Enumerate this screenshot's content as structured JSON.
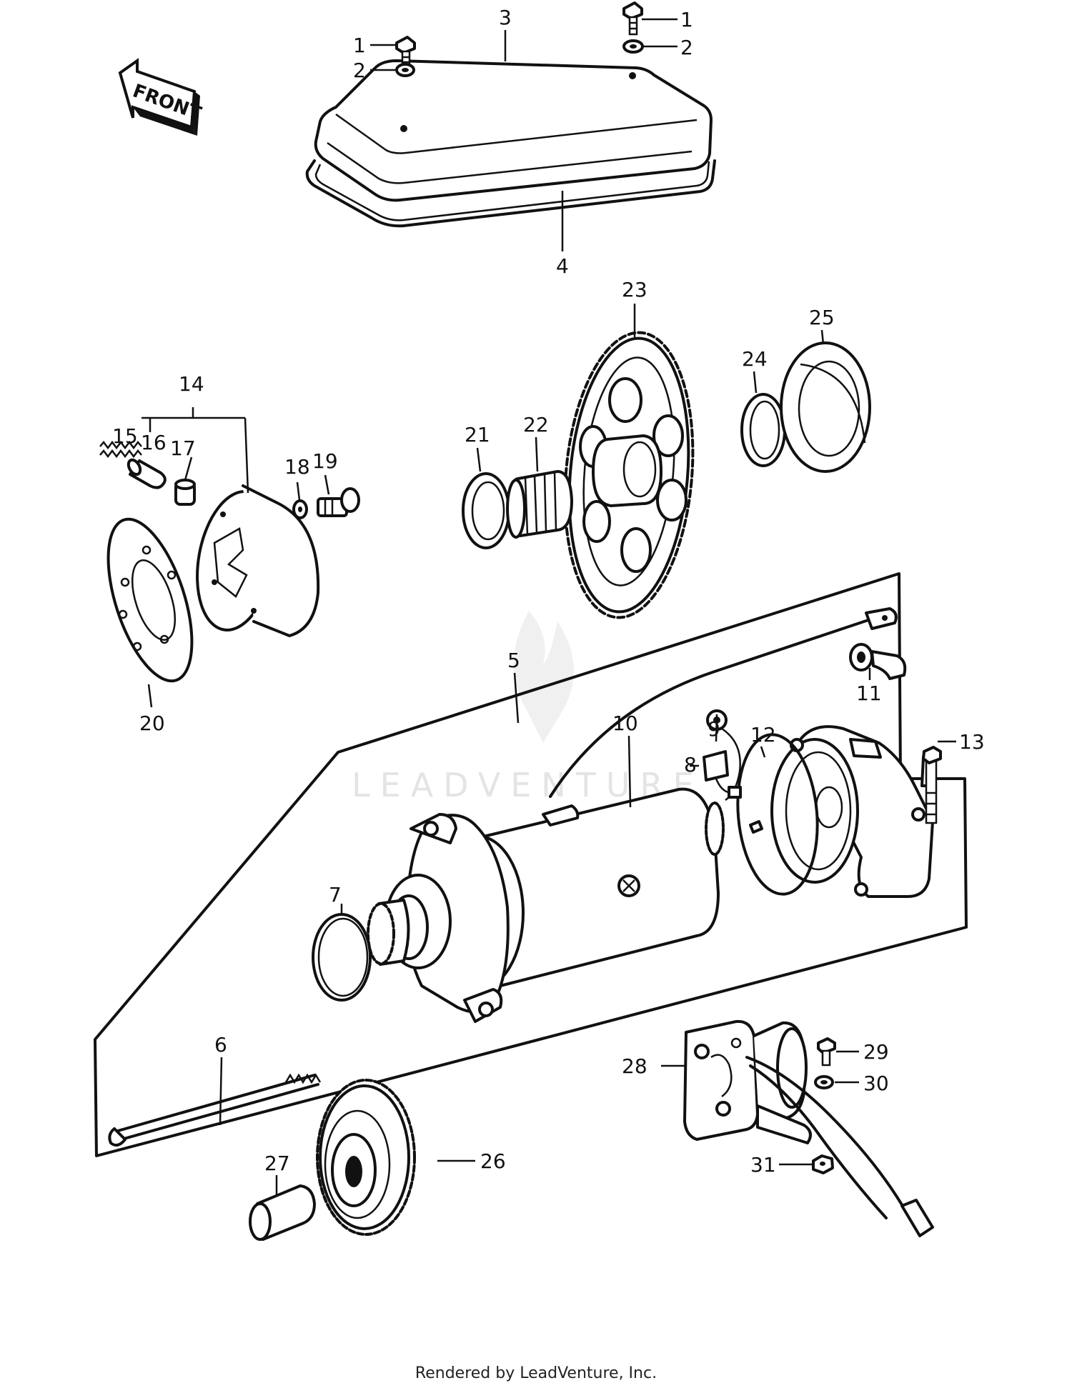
{
  "front_label": "FRONT",
  "watermark": "LEADVENTURE",
  "footer": "Rendered by LeadVenture, Inc.",
  "callouts": {
    "c1a": "1",
    "c2a": "2",
    "c1b": "1",
    "c2b": "2",
    "c3": "3",
    "c4": "4",
    "c5": "5",
    "c6": "6",
    "c7": "7",
    "c8": "8",
    "c9": "9",
    "c10": "10",
    "c11": "11",
    "c12": "12",
    "c13": "13",
    "c14": "14",
    "c15": "15",
    "c16": "16",
    "c17": "17",
    "c18": "18",
    "c19": "19",
    "c20": "20",
    "c21": "21",
    "c22": "22",
    "c23": "23",
    "c24": "24",
    "c25": "25",
    "c26": "26",
    "c27": "27",
    "c28": "28",
    "c29": "29",
    "c30": "30",
    "c31": "31"
  }
}
